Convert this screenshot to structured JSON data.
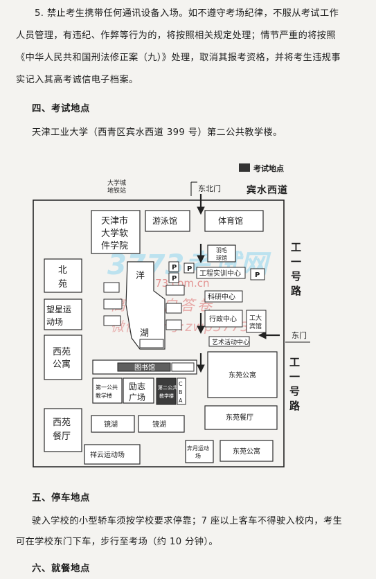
{
  "rules": {
    "line1": "5. 禁止考生携带任何通讯设备入场。如不遵守考场纪律，不服从考试工作",
    "line2": "人员管理，有违纪、作弊等行为的，将按照相关规定处理；情节严重的将按照",
    "line3": "《中华人民共和国刑法修正案（九）》处理，取消其报考资格，并将考生违规事",
    "line4": "实记入其高考诚信电子档案。"
  },
  "section4": {
    "heading": "四、考试地点",
    "address": "天津工业大学（西青区宾水西道 399 号）第二公共教学楼。"
  },
  "map": {
    "legend": "考试地点",
    "metro_line1": "大学城",
    "metro_line2": "地铁站",
    "north_gate": "东北门",
    "road_north": "宾水西道",
    "road_east_top": [
      "工",
      "一",
      "号",
      "路"
    ],
    "road_east_bottom": [
      "工",
      "一",
      "号",
      "路"
    ],
    "east_gate": "东门",
    "software_college": [
      "天津市",
      "大学软",
      "件学院"
    ],
    "natatorium": "游泳馆",
    "gymnasium": "体育馆",
    "badminton": [
      "羽毛",
      "球馆"
    ],
    "beiyuan": [
      "北",
      "苑"
    ],
    "wangxing": [
      "望星运",
      "动场"
    ],
    "xiyuan_apartment": [
      "西苑",
      "公寓"
    ],
    "xiyuan_canteen": [
      "西苑",
      "餐厅"
    ],
    "lake": [
      "洋",
      "湖"
    ],
    "engineering_center": "工程实训中心",
    "science_center": "科研中心",
    "admin_center": "行政中心",
    "art_center": "艺术活动中心",
    "tianjin_center": [
      "工大",
      "宾馆"
    ],
    "dongyuan_apartment": "东苑公寓",
    "dongyuan_canteen": "东苑餐厅",
    "dongyuan_apartment2": "东苑公寓",
    "library": "图书馆",
    "lizhi_square": [
      "励志",
      "广场"
    ],
    "exam_building": [
      "第二公共",
      "教学楼"
    ],
    "first_building": [
      "第一公共",
      "教学楼"
    ],
    "jinghu_left": "镜湖",
    "jinghu_right": "镜湖",
    "xiangyun_field": "祥云运动场",
    "benyue_field": [
      "奔月运动",
      "场"
    ],
    "parking": "P",
    "cba": [
      "C",
      "B",
      "A"
    ],
    "watermark_logo": "3773考试网",
    "watermark_url": "3773.com.cn",
    "watermark_red1": "高考预自答卷",
    "watermark_red2": "微信公众号:zwp3773"
  },
  "section5": {
    "heading": "五、停车地点",
    "line1": "驶入学校的小型轿车须按学校要求停靠；7 座以上客车不得驶入校内，考生",
    "line2": "可在学校东门下车，步行至考场（约 10 分钟）。"
  },
  "section6": {
    "heading": "六、就餐地点"
  }
}
